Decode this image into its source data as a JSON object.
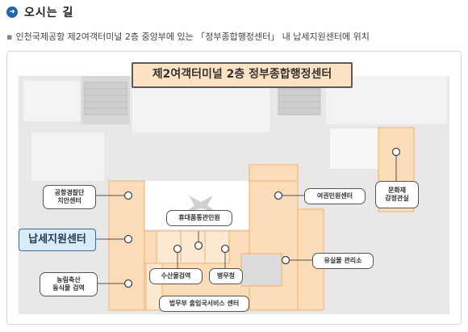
{
  "header": {
    "icon": "arrow-right-circle-icon",
    "title": "오시는 길"
  },
  "description": "인천국제공항 제2여객터미널 2층 중앙부에 있는 「정부종합행정센터」 내 납세지원센터에 위치",
  "map": {
    "title": "제2여객터미널 2층 정부종합행정센터",
    "labels": {
      "airport_police": [
        "공항경찰단",
        "치안센터"
      ],
      "tax_support": "납세지원센터",
      "quarantine": [
        "농림축산",
        "동식물 검역"
      ],
      "mobile_customs": "휴대품통관민원",
      "marine_quarantine": "수산물검역",
      "military": "병무청",
      "immigration": "법무부 출입국서비스 센터",
      "passport": "여권민원센터",
      "cultural": [
        "문화재",
        "감정관실"
      ],
      "lost_found": "유실물 관리소"
    }
  },
  "colors": {
    "accent": "#1f67b1",
    "area": "#fbdcb8",
    "area_line": "#f0b06e",
    "map_gray": "#e6e6e6"
  }
}
